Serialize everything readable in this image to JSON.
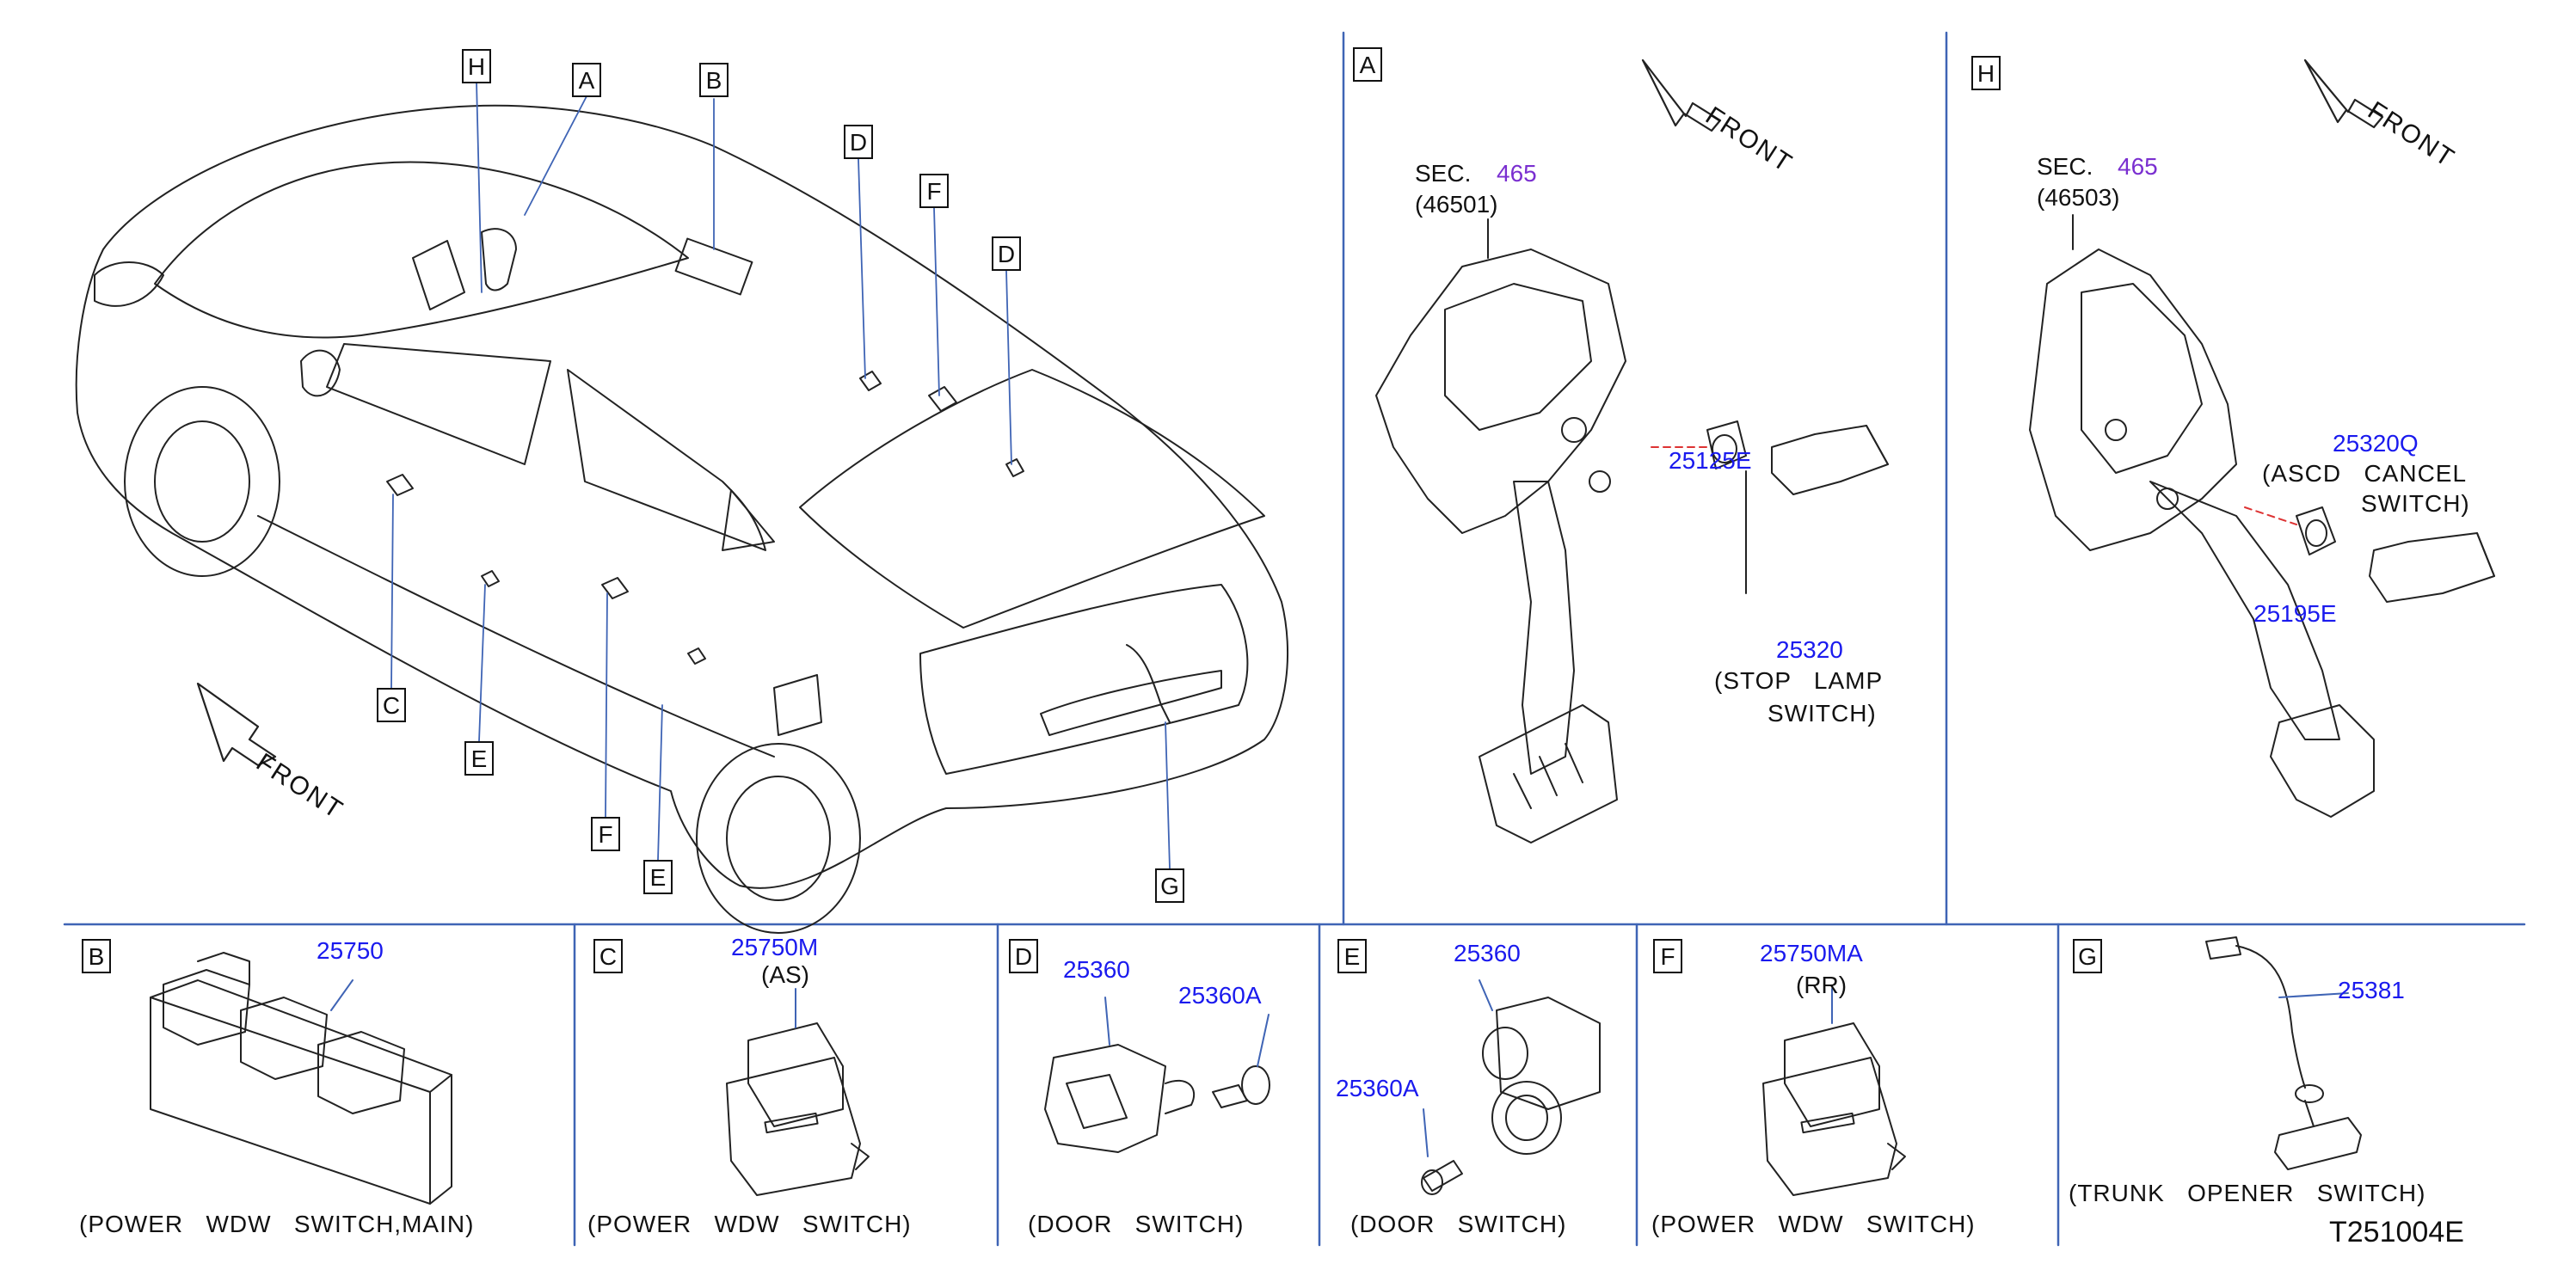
{
  "colors": {
    "part_number": "#1a1aee",
    "section_ref": "#7a2fd0",
    "divider": "#3f64b5",
    "line": "#222222"
  },
  "overview": {
    "front_label": "FRONT",
    "callouts": [
      "H",
      "A",
      "B",
      "D",
      "F",
      "D",
      "C",
      "E",
      "F",
      "E",
      "G"
    ]
  },
  "detail_A": {
    "label": "A",
    "front_label": "FRONT",
    "sec_label": "SEC.",
    "sec_number": "465",
    "sec_sub": "(46501)",
    "parts": [
      {
        "number": "25125E"
      },
      {
        "number": "25320",
        "caption_line1": "(STOP   LAMP",
        "caption_line2": "SWITCH)"
      }
    ]
  },
  "detail_H": {
    "label": "H",
    "front_label": "FRONT",
    "sec_label": "SEC.",
    "sec_number": "465",
    "sec_sub": "(46503)",
    "parts": [
      {
        "number": "25320Q",
        "caption_line1": "(ASCD   CANCEL",
        "caption_line2": "SWITCH)"
      },
      {
        "number": "25195E"
      }
    ]
  },
  "bottom_panels": [
    {
      "label": "B",
      "part": "25750",
      "caption": "(POWER   WDW   SWITCH,MAIN)"
    },
    {
      "label": "C",
      "part": "25750M",
      "note": "(AS)",
      "caption": "(POWER   WDW   SWITCH)"
    },
    {
      "label": "D",
      "part": "25360",
      "part2": "25360A",
      "caption": "(DOOR   SWITCH)"
    },
    {
      "label": "E",
      "part": "25360",
      "part2": "25360A",
      "caption": "(DOOR   SWITCH)"
    },
    {
      "label": "F",
      "part": "25750MA",
      "note": "(RR)",
      "caption": "(POWER   WDW   SWITCH)"
    },
    {
      "label": "G",
      "part": "25381",
      "caption": "(TRUNK   OPENER   SWITCH)"
    }
  ],
  "drawing_id": "T251004E"
}
